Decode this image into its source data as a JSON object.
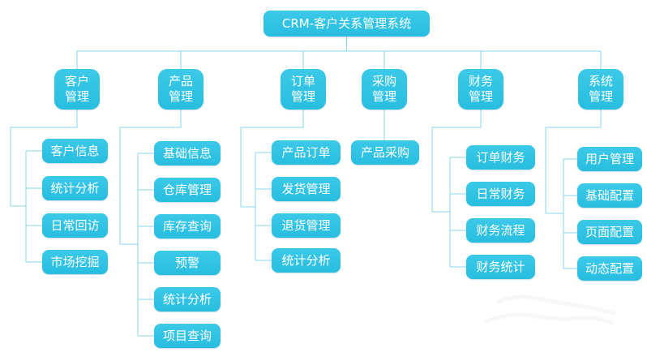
{
  "diagram": {
    "title": "CRM-客户关系管理系统",
    "root": "CRM-客户关系管理系统",
    "branches": [
      {
        "label": "客户管理",
        "children": [
          "客户信息",
          "统计分析",
          "日常回访",
          "市场挖掘"
        ]
      },
      {
        "label": "产品管理",
        "children": [
          "基础信息",
          "仓库管理",
          "库存查询",
          "预警",
          "统计分析",
          "项目查询"
        ]
      },
      {
        "label": "订单管理",
        "children": [
          "产品订单",
          "发货管理",
          "退货管理",
          "统计分析"
        ]
      },
      {
        "label": "采购管理",
        "children": [
          "产品采购"
        ]
      },
      {
        "label": "财务管理",
        "children": [
          "订单财务",
          "日常财务",
          "财务流程",
          "财务统计"
        ]
      },
      {
        "label": "系统管理",
        "children": [
          "用户管理",
          "基础配置",
          "页面配置",
          "动态配置"
        ]
      }
    ],
    "colors": {
      "node_fill": "#2ec2e3",
      "connector": "#8ad6e7",
      "text": "#ffffff",
      "background": "#ffffff"
    }
  }
}
